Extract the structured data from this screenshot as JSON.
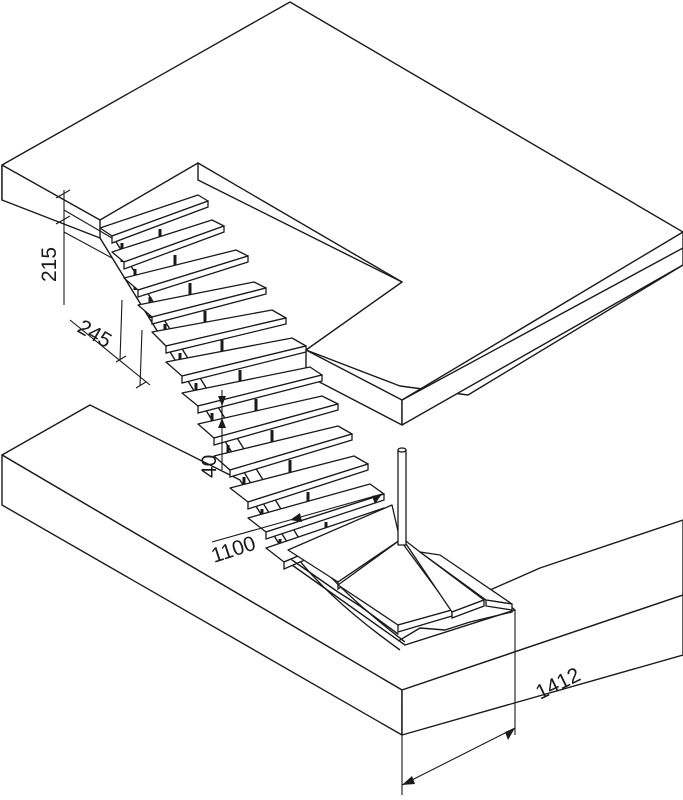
{
  "dimensions": {
    "riser_height": "215",
    "tread_depth": "245",
    "tread_thickness": "40",
    "stair_width": "1100",
    "landing_width": "1412"
  },
  "colors": {
    "line": "#1a1a1a",
    "background": "#ffffff"
  }
}
